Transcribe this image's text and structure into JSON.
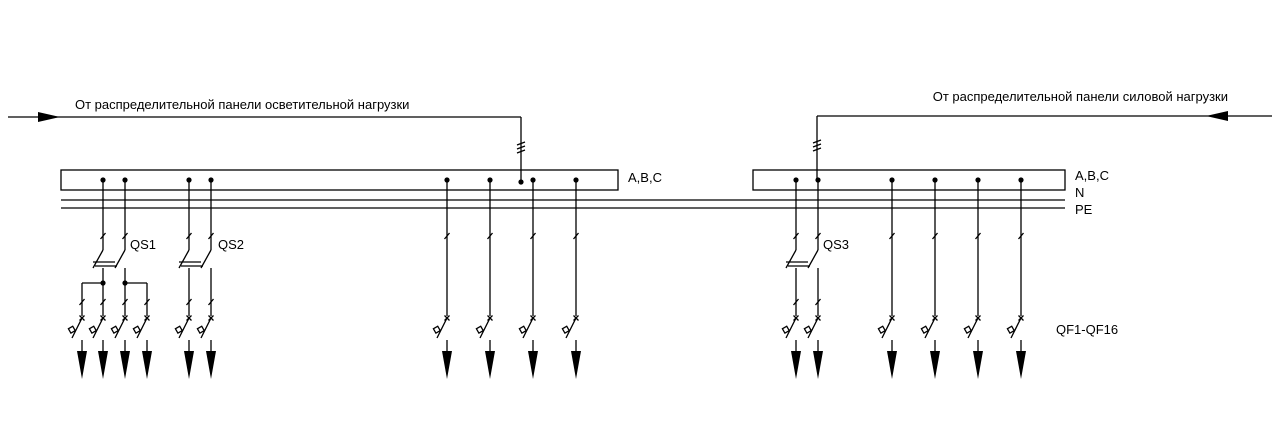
{
  "feeders": {
    "left_label": "От распределительной панели осветительной нагрузки",
    "right_label": "От распределительной панели силовой нагрузки"
  },
  "bus_labels": {
    "left_abc": "A,B,C",
    "right_abc": "A,B,C",
    "n": "N",
    "pe": "PE"
  },
  "switches": {
    "qs1": "QS1",
    "qs2": "QS2",
    "qs3": "QS3"
  },
  "breakers_label": "QF1-QF16",
  "colors": {
    "line": "#000000",
    "background": "#ffffff"
  }
}
